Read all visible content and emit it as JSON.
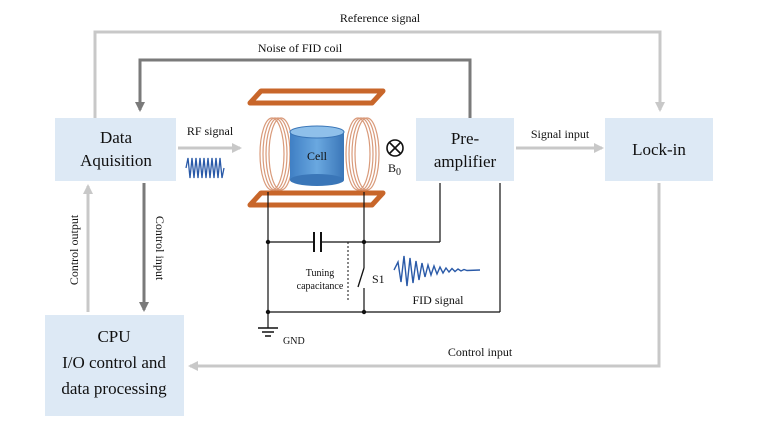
{
  "blocks": {
    "data_acq": [
      "Data",
      "Aquisition"
    ],
    "preamp": [
      "Pre-",
      "amplifier"
    ],
    "lockin": "Lock-in",
    "cpu": [
      "CPU",
      "I/O control and",
      "data processing"
    ]
  },
  "labels": {
    "reference_signal": "Reference signal",
    "noise_fid_coil": "Noise of FID coil",
    "rf_signal": "RF signal",
    "signal_input": "Signal input",
    "control_output": "Control output",
    "control_input_vertical": "Control input",
    "control_input_bottom": "Control input",
    "cell": "Cell",
    "b0_main": "B",
    "b0_sub": "0",
    "tuning": [
      "Tuning",
      "capacitance"
    ],
    "s1": "S1",
    "fid_signal": "FID signal",
    "gnd": "GND"
  },
  "colors": {
    "gray_arrow": "#c8c8c8",
    "dark_arrow": "#7a7a7a",
    "block_fill": "#dde9f5",
    "magnet": "#c8662a",
    "coil": "#d99a7a",
    "cell_fill": "#4f8fd0",
    "wave": "#2a5aa8"
  }
}
